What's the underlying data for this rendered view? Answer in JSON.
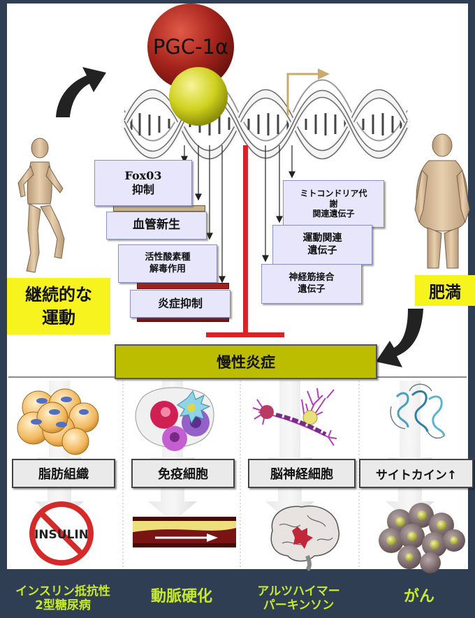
{
  "top": {
    "protein": "PGC-1α"
  },
  "left_boxes": [
    {
      "label": "Fox03\n抑制"
    },
    {
      "label": "血管新生"
    },
    {
      "label": "活性酸素種\n解毒作用"
    },
    {
      "label": "炎症抑制"
    }
  ],
  "right_boxes": [
    {
      "label": "ミトコンドリア代\n謝\n関連遺伝子"
    },
    {
      "label": "運動関連\n遺伝子"
    },
    {
      "label": "神経筋接合\n遺伝子"
    }
  ],
  "exercise_label": "継続的な\n運動",
  "obesity_label": "肥満",
  "center_label": "慢性炎症",
  "categories": [
    "脂肪組織",
    "免疫細胞",
    "脳神経細胞",
    "サイトカイン↑"
  ],
  "insulin_text": "INSULIN",
  "diseases": [
    "インスリン抵抗性\n2型糖尿病",
    "動脈硬化",
    "アルツハイマー\nパーキンソン",
    "がん"
  ],
  "colors": {
    "background": "#2f3e52",
    "highlight_yellow": "#f6f31e",
    "box_fill": "#e7e6fb",
    "inhibit_red": "#d9222a",
    "disease_text": "#c7ea2c",
    "olive_box": "#bdbd00"
  }
}
